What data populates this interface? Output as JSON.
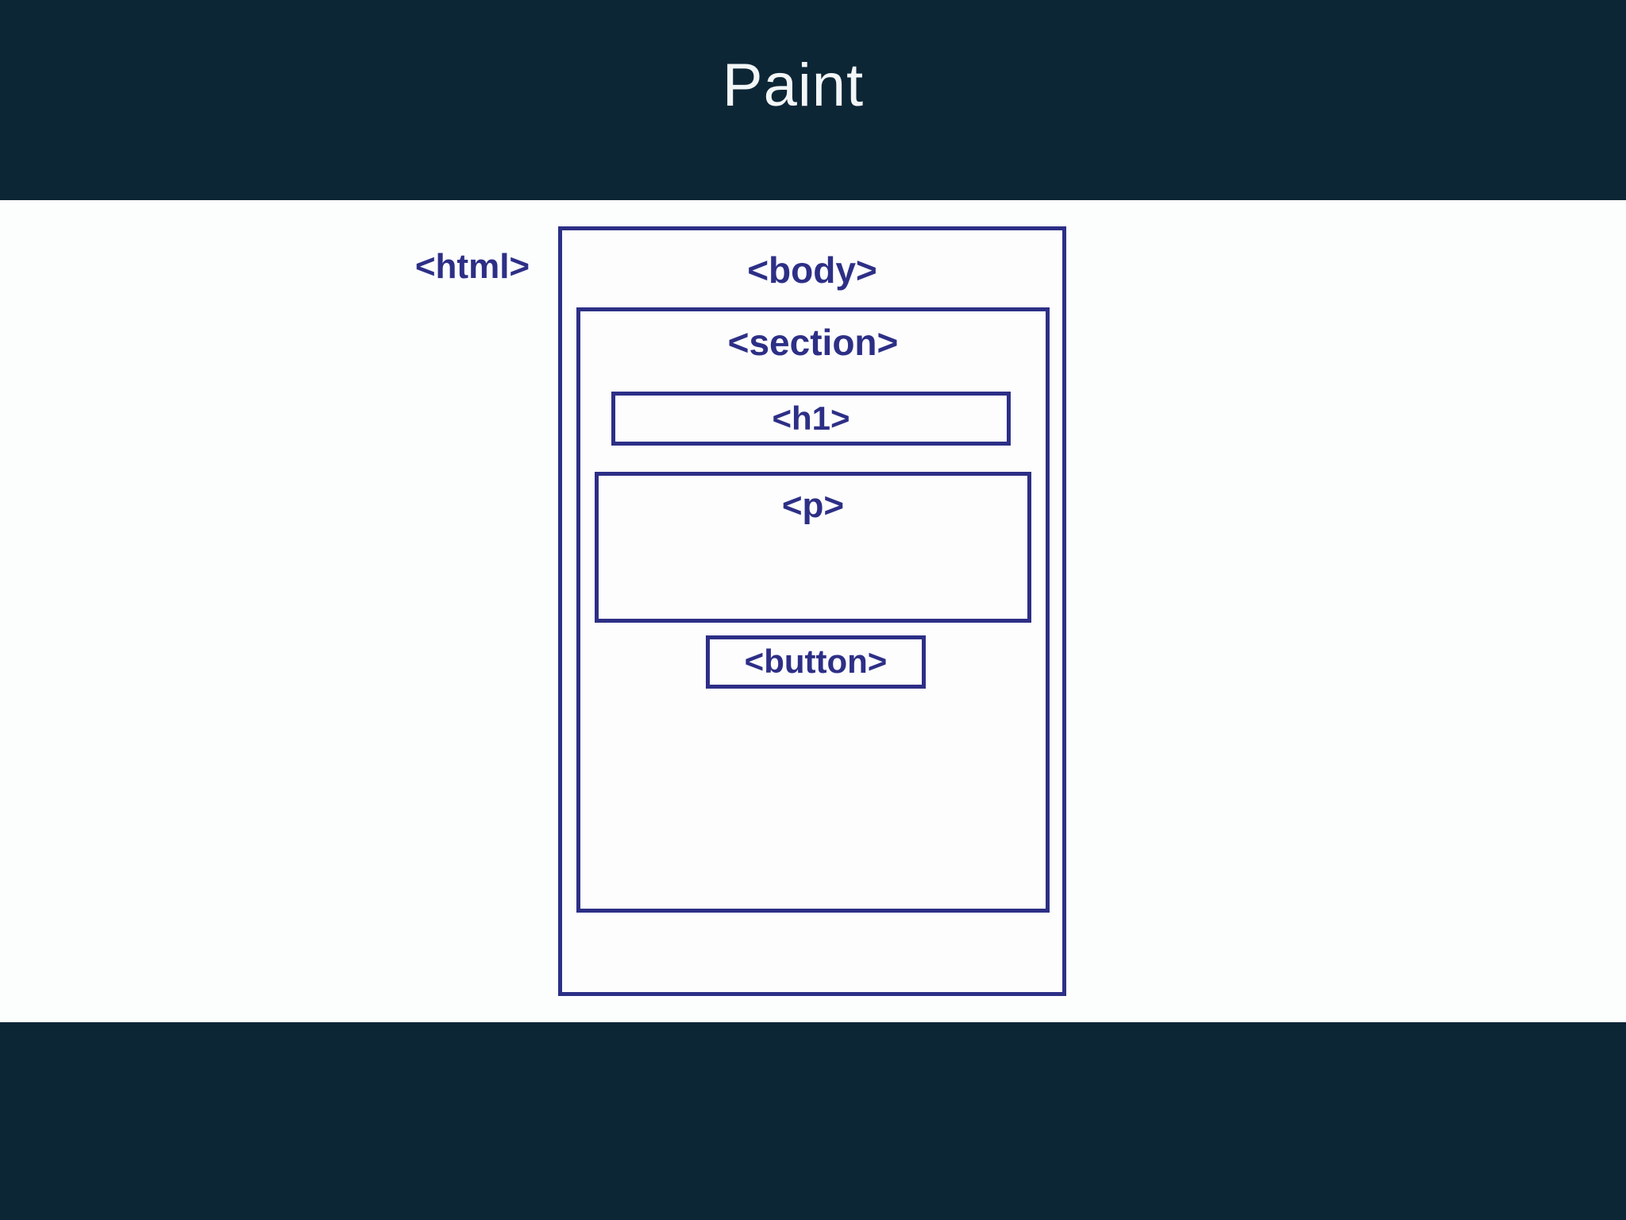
{
  "slide": {
    "title": "Paint"
  },
  "diagram": {
    "html_label": "<html>",
    "body_label": "<body>",
    "section_label": "<section>",
    "h1_label": "<h1>",
    "p_label": "<p>",
    "button_label": "<button>"
  },
  "colors": {
    "header_footer_bg": "#0d2636",
    "content_bg": "#fcfdfd",
    "diagram_indigo": "#2d2f86",
    "title_text": "#f3f6f7"
  }
}
